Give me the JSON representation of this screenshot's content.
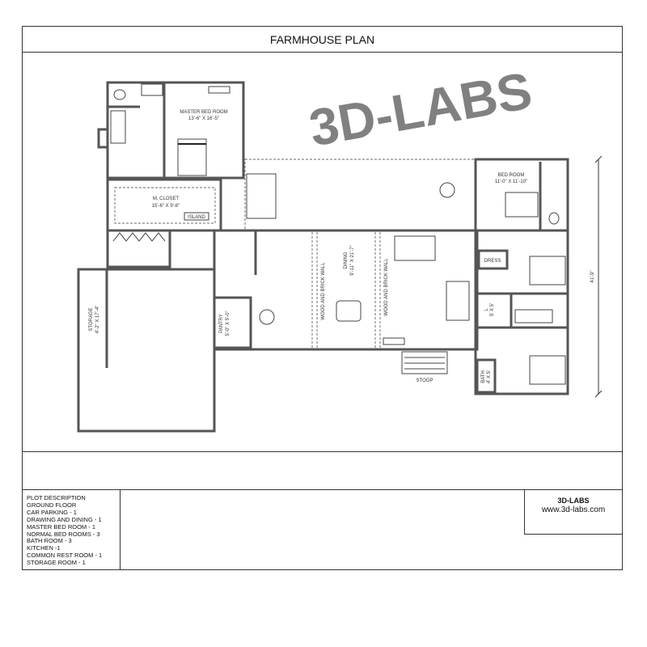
{
  "title": "FARMHOUSE PLAN",
  "watermark": "3D-LABS",
  "rooms": {
    "master_bed": {
      "name": "MASTER BED ROOM",
      "size": "13'-6\" X 16'-5\""
    },
    "closet": {
      "name": "M.   CLOSET",
      "size": "15'-6\" X 9'-8\""
    },
    "island": "ISLAND",
    "storage": {
      "name": "STORAGE",
      "size": "4'-2\" X 17'-4\""
    },
    "pantry": {
      "name": "PANTRY",
      "size": "5'-0\" X 5'-0\""
    },
    "dining": {
      "name": "DINING",
      "size": "9'-11\" X 21'-7\""
    },
    "wall_1": "WOOD AND BRICK WALL",
    "wall_2": "WOOD AND BRICK WALL",
    "bedroom": {
      "name": "BED ROOM",
      "size": "11'-0\" X 11'-10\""
    },
    "dress": "DRESS",
    "toilet": {
      "name": "L",
      "size": "5' X 5'"
    },
    "bath": {
      "name": "BATH",
      "size": "4' X 5'"
    },
    "stoop": "STOOP"
  },
  "dimension": "41'-9\"",
  "plot_description": [
    "PLOT DESCRIPTION",
    "GROUND FLOOR",
    "CAR PARKING - 1",
    "DRAWING AND DINING - 1",
    "MASTER BED ROOM - 1",
    "NORMAL BED ROOMS - 3",
    "BATH ROOM - 3",
    "KITCHEN -1",
    "COMMON REST ROOM - 1",
    "STORAGE ROOM - 1"
  ],
  "brand": {
    "name": "3D-LABS",
    "url": "www.3d-labs.com"
  }
}
